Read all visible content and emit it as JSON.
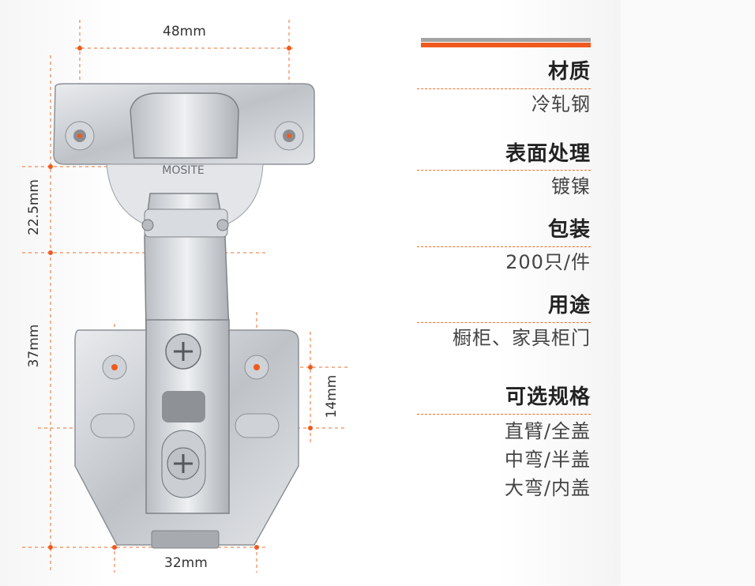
{
  "dimensions": {
    "top_width": "48mm",
    "bottom_width": "32mm",
    "upper_height": "22.5mm",
    "lower_height": "37mm",
    "hole_spacing": "14mm"
  },
  "product": {
    "brand_mark": "MOSITE"
  },
  "specs": [
    {
      "title": "材质",
      "values": [
        "冷轧钢"
      ]
    },
    {
      "title": "表面处理",
      "values": [
        "镀镍"
      ]
    },
    {
      "title": "包装",
      "values": [
        "200只/件"
      ]
    },
    {
      "title": "用途",
      "values": [
        "橱柜、家具柜门"
      ]
    },
    {
      "title": "可选规格",
      "values": [
        "直臂/全盖",
        "中弯/半盖",
        "大弯/内盖"
      ]
    }
  ],
  "colors": {
    "accent": "#ef5a1e",
    "grey_bar": "#a4a4a4",
    "metal": "#c9ccd0"
  }
}
